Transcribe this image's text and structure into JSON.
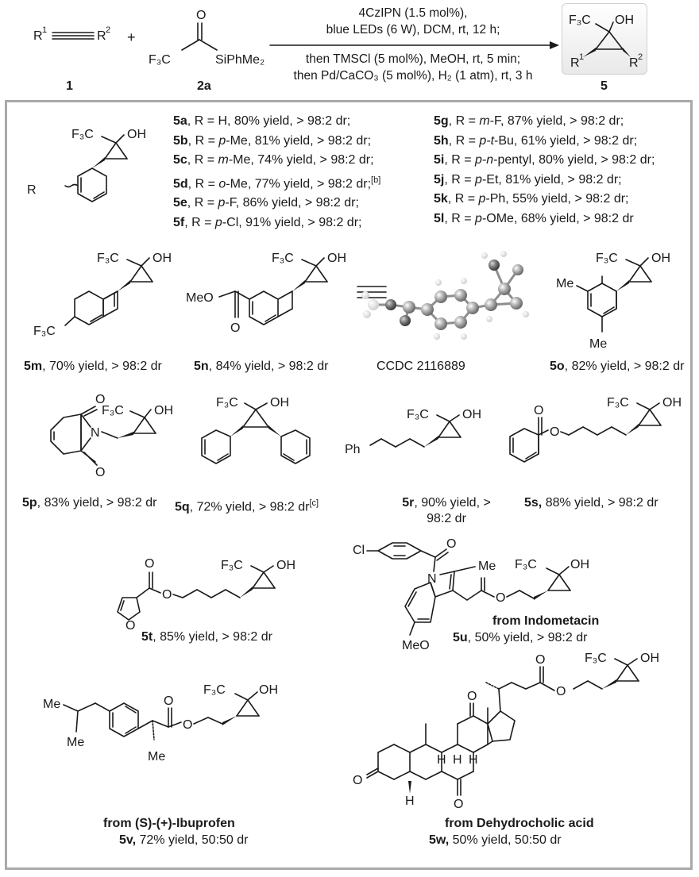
{
  "scheme": {
    "reactant1_label": "1",
    "reactant2_label": "2a",
    "product_label": "5",
    "plus": "+",
    "reactant1_r1": "R",
    "reactant1_r1_sup": "1",
    "reactant1_r2": "R",
    "reactant1_r2_sup": "2",
    "reactant2_f3c": "F₃C",
    "reactant2_o": "O",
    "reactant2_si": "SiPhMe₂",
    "product_f3c": "F₃C",
    "product_oh": "OH",
    "product_r1": "R",
    "product_r1_sup": "1",
    "product_r2": "R",
    "product_r2_sup": "2",
    "conditions_top": [
      "4CzIPN (1.5 mol%),",
      "blue LEDs (6 W), DCM, rt, 12 h;"
    ],
    "conditions_bottom": [
      "then TMSCl (5 mol%), MeOH, rt, 5 min;",
      "then Pd/CaCO₃ (5 mol%), H₂ (1 atm), rt, 3 h"
    ]
  },
  "aryl_series": {
    "core_f3c": "F₃C",
    "core_oh": "OH",
    "core_r": "R",
    "left": [
      {
        "id": "5a",
        "pre": ", R = ",
        "sub": "",
        "post": "H, 80% yield, > 98:2 dr;"
      },
      {
        "id": "5b",
        "pre": ", R = ",
        "sub": "p",
        "post": "-Me, 81% yield, > 98:2 dr;"
      },
      {
        "id": "5c",
        "pre": ", R = ",
        "sub": "m",
        "post": "-Me, 74% yield, > 98:2 dr;"
      },
      {
        "id": "5d",
        "pre": ", R = ",
        "sub": "o",
        "post": "-Me, 77% yield, > 98:2 dr;",
        "note": "[b]"
      },
      {
        "id": "5e",
        "pre": ", R = ",
        "sub": "p",
        "post": "-F, 86% yield, > 98:2 dr;"
      },
      {
        "id": "5f",
        "pre": ", R = ",
        "sub": "p",
        "post": "-Cl, 91% yield, > 98:2 dr;"
      }
    ],
    "right": [
      {
        "id": "5g",
        "pre": ", R = ",
        "sub": "m",
        "post": "-F, 87% yield, > 98:2 dr;"
      },
      {
        "id": "5h",
        "pre": ", R = ",
        "sub": "p-t",
        "post": "-Bu, 61% yield, > 98:2 dr;"
      },
      {
        "id": "5i",
        "pre": ", R = ",
        "sub": "p-n",
        "post": "-pentyl, 80% yield, > 98:2 dr;"
      },
      {
        "id": "5j",
        "pre": ", R = ",
        "sub": "p",
        "post": "-Et, 81% yield, > 98:2 dr;"
      },
      {
        "id": "5k",
        "pre": ", R = ",
        "sub": "p",
        "post": "-Ph, 55% yield, > 98:2 dr;"
      },
      {
        "id": "5l",
        "pre": ", R = ",
        "sub": "p",
        "post": "-OMe, 68% yield, > 98:2 dr"
      }
    ]
  },
  "compounds": {
    "m": {
      "id": "5m",
      "caption": ", 70% yield, > 98:2 dr",
      "f3c": "F₃C",
      "oh": "OH",
      "sub": "F₃C"
    },
    "n": {
      "id": "5n",
      "caption": ", 84% yield, > 98:2 dr",
      "f3c": "F₃C",
      "oh": "OH",
      "sub": "MeO",
      "o": "O"
    },
    "crystal": {
      "caption": "CCDC 2116889"
    },
    "o": {
      "id": "5o",
      "caption": ", 82% yield, > 98:2 dr",
      "f3c": "F₃C",
      "oh": "OH",
      "me1": "Me",
      "me2": "Me"
    },
    "p": {
      "id": "5p",
      "caption": ", 83% yield, > 98:2 dr",
      "f3c": "F₃C",
      "oh": "OH",
      "n": "N",
      "o1": "O",
      "o2": "O"
    },
    "q": {
      "id": "5q",
      "caption": ", 72% yield, > 98:2 dr",
      "note": "[c]",
      "f3c": "F₃C",
      "oh": "OH"
    },
    "r": {
      "id": "5r",
      "caption_line1": ", 90% yield, >",
      "caption_line2": "98:2 dr",
      "f3c": "F₃C",
      "oh": "OH",
      "ph": "Ph"
    },
    "s": {
      "id": "5s,",
      "caption": " 88% yield, > 98:2 dr",
      "f3c": "F₃C",
      "oh": "OH",
      "o1": "O",
      "o2": "O"
    },
    "t": {
      "id": "5t",
      "caption": ", 85% yield, > 98:2 dr",
      "f3c": "F₃C",
      "oh": "OH",
      "o1": "O",
      "o2": "O",
      "o3": "O"
    },
    "u": {
      "id": "5u",
      "caption": ", 50% yield, > 98:2 dr",
      "origin": "from Indometacin",
      "f3c": "F₃C",
      "oh": "OH",
      "cl": "Cl",
      "o1": "O",
      "n": "N",
      "me": "Me",
      "o2": "O",
      "o3": "O",
      "meo": "MeO"
    },
    "v": {
      "id": "5v,",
      "caption": " 72% yield, 50:50 dr",
      "origin": "from (S)-(+)-Ibuprofen",
      "f3c": "F₃C",
      "oh": "OH",
      "me1": "Me",
      "me2": "Me",
      "me3": "Me",
      "o1": "O",
      "o2": "O"
    },
    "w": {
      "id": "5w,",
      "caption": " 50% yield, 50:50 dr",
      "origin": "from Dehydrocholic acid",
      "f3c": "F₃C",
      "oh": "OH",
      "o1": "O",
      "o2": "O",
      "o3": "O",
      "o4": "O",
      "o5": "O",
      "h1": "H",
      "h2": "H",
      "h3": "H",
      "h4": "H"
    }
  }
}
